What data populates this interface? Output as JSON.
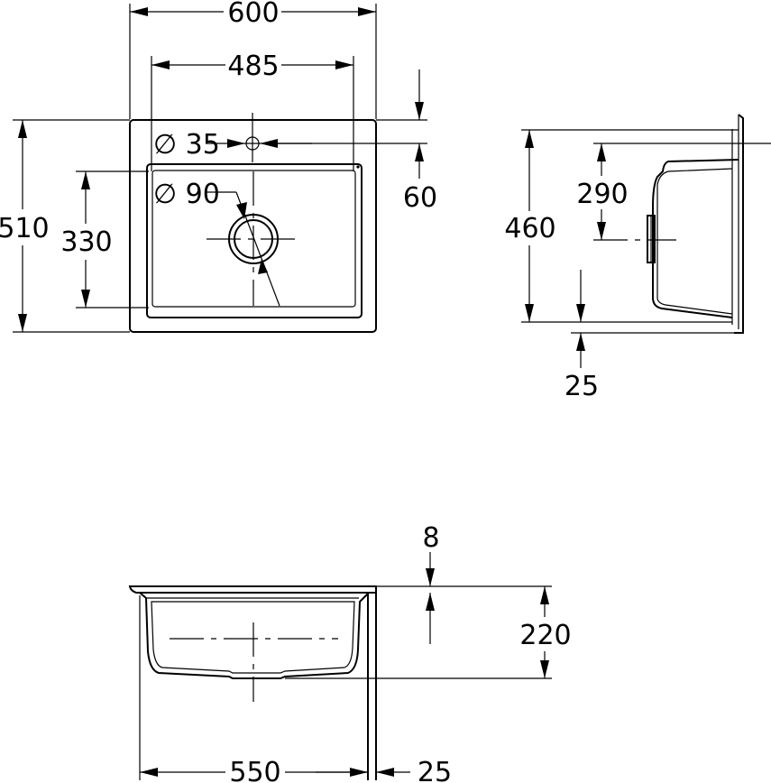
{
  "labels": {
    "overall_width": "600",
    "inner_width": "485",
    "overall_depth": "510",
    "inner_depth": "330",
    "tap_hole": "∅ 35",
    "drain_hole": "∅ 90",
    "tap_offset": "60",
    "side_height": "460",
    "side_drain": "290",
    "side_flange": "25",
    "rim_thickness": "8",
    "bowl_depth": "220",
    "bowl_width": "550",
    "front_flange": "25"
  }
}
